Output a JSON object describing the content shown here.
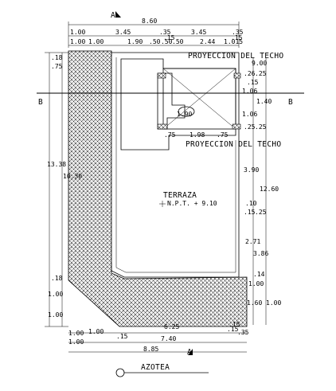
{
  "drawing": {
    "section_marker_top": "A",
    "section_marker_bottom": "A",
    "section_marker_left": "B",
    "section_marker_right": "B",
    "label_projection_top": "PROYECCION DEL TECHO",
    "label_projection_mid": "PROYECCION DEL TECHO",
    "room_name": "TERRAZA",
    "room_level": "N.P.T. + 9.10",
    "plan_title": "AZOTEA"
  },
  "dimensions": {
    "top_overall": "8.60",
    "top_row2": [
      "1.00",
      "3.45",
      ".35",
      "3.45",
      ".35"
    ],
    "top_row3": [
      "1.00",
      "1.00",
      "1.90",
      ".50",
      ".50",
      ".50",
      "2.44",
      "1.015"
    ],
    "top_row3b": [
      ".15",
      ".15"
    ],
    "left_overall": "13.38",
    "left_sub": "10.30",
    "left_top": [
      ".18",
      ".75"
    ],
    "left_bottom": [
      ".18",
      "1.00",
      "1.00"
    ],
    "right_stack": [
      "9.00",
      ".26",
      ".25",
      ".15",
      "1.06",
      "1.40",
      "1.06",
      ".25",
      ".25",
      "3.90",
      ".10",
      ".15",
      ".25",
      "2.71",
      ".14",
      "1.00"
    ],
    "right_outer": [
      "12.60",
      "3.86",
      "1.60"
    ],
    "inner": [
      "1.90",
      ".75",
      "1.98",
      ".75",
      "1.00"
    ],
    "bottom_row1": [
      "1.00",
      "1.00",
      ".15",
      "6.25",
      ".15",
      ".35"
    ],
    "bottom_row2": [
      "1.00",
      "7.40",
      ".15"
    ],
    "bottom_overall": "8.85"
  }
}
